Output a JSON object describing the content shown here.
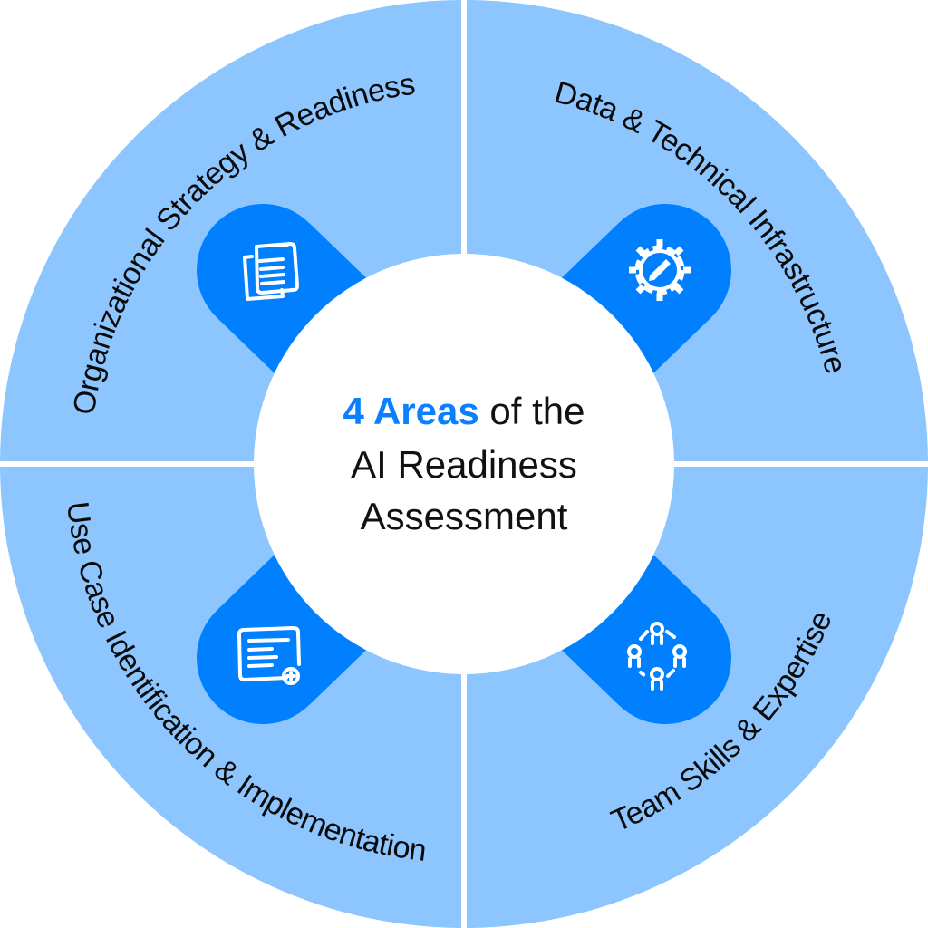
{
  "title": {
    "accent": "4 Areas",
    "line1_rest": " of the",
    "line2": "AI Readiness",
    "line3": "Assessment"
  },
  "areas": [
    {
      "label": "Organizational Strategy & Readiness",
      "icon": "documents-icon"
    },
    {
      "label": "Data & Technical Infrastructure",
      "icon": "gear-pencil-icon"
    },
    {
      "label": "Use Case Identification & Implementation",
      "icon": "document-add-icon"
    },
    {
      "label": "Team Skills & Expertise",
      "icon": "team-network-icon"
    }
  ],
  "colors": {
    "quadrant": "#8dc5ff",
    "pin": "#0080ff",
    "accent": "#0a80ff",
    "center": "#ffffff"
  }
}
